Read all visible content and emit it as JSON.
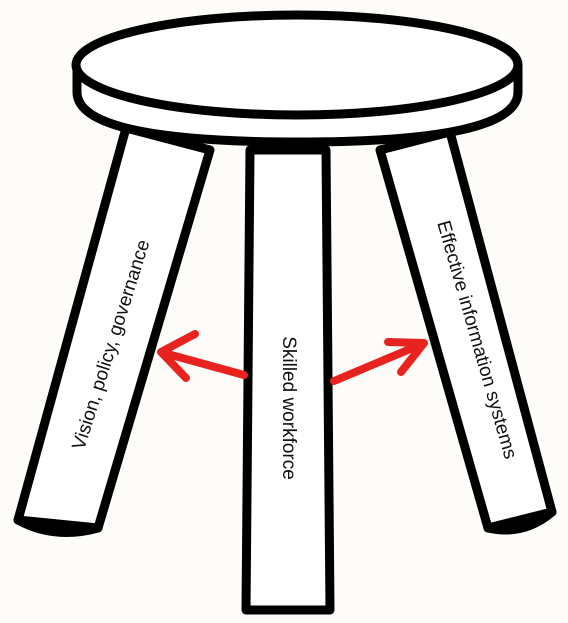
{
  "stool": {
    "legs": [
      {
        "id": "left",
        "label": "Vision, policy, governance"
      },
      {
        "id": "center",
        "label": "Skilled workforce"
      },
      {
        "id": "right",
        "label": "Effective information systems"
      }
    ]
  },
  "colors": {
    "outline": "#000000",
    "fill": "#ffffff",
    "arrow": "#e8231f",
    "background": "#fdfcf8"
  }
}
